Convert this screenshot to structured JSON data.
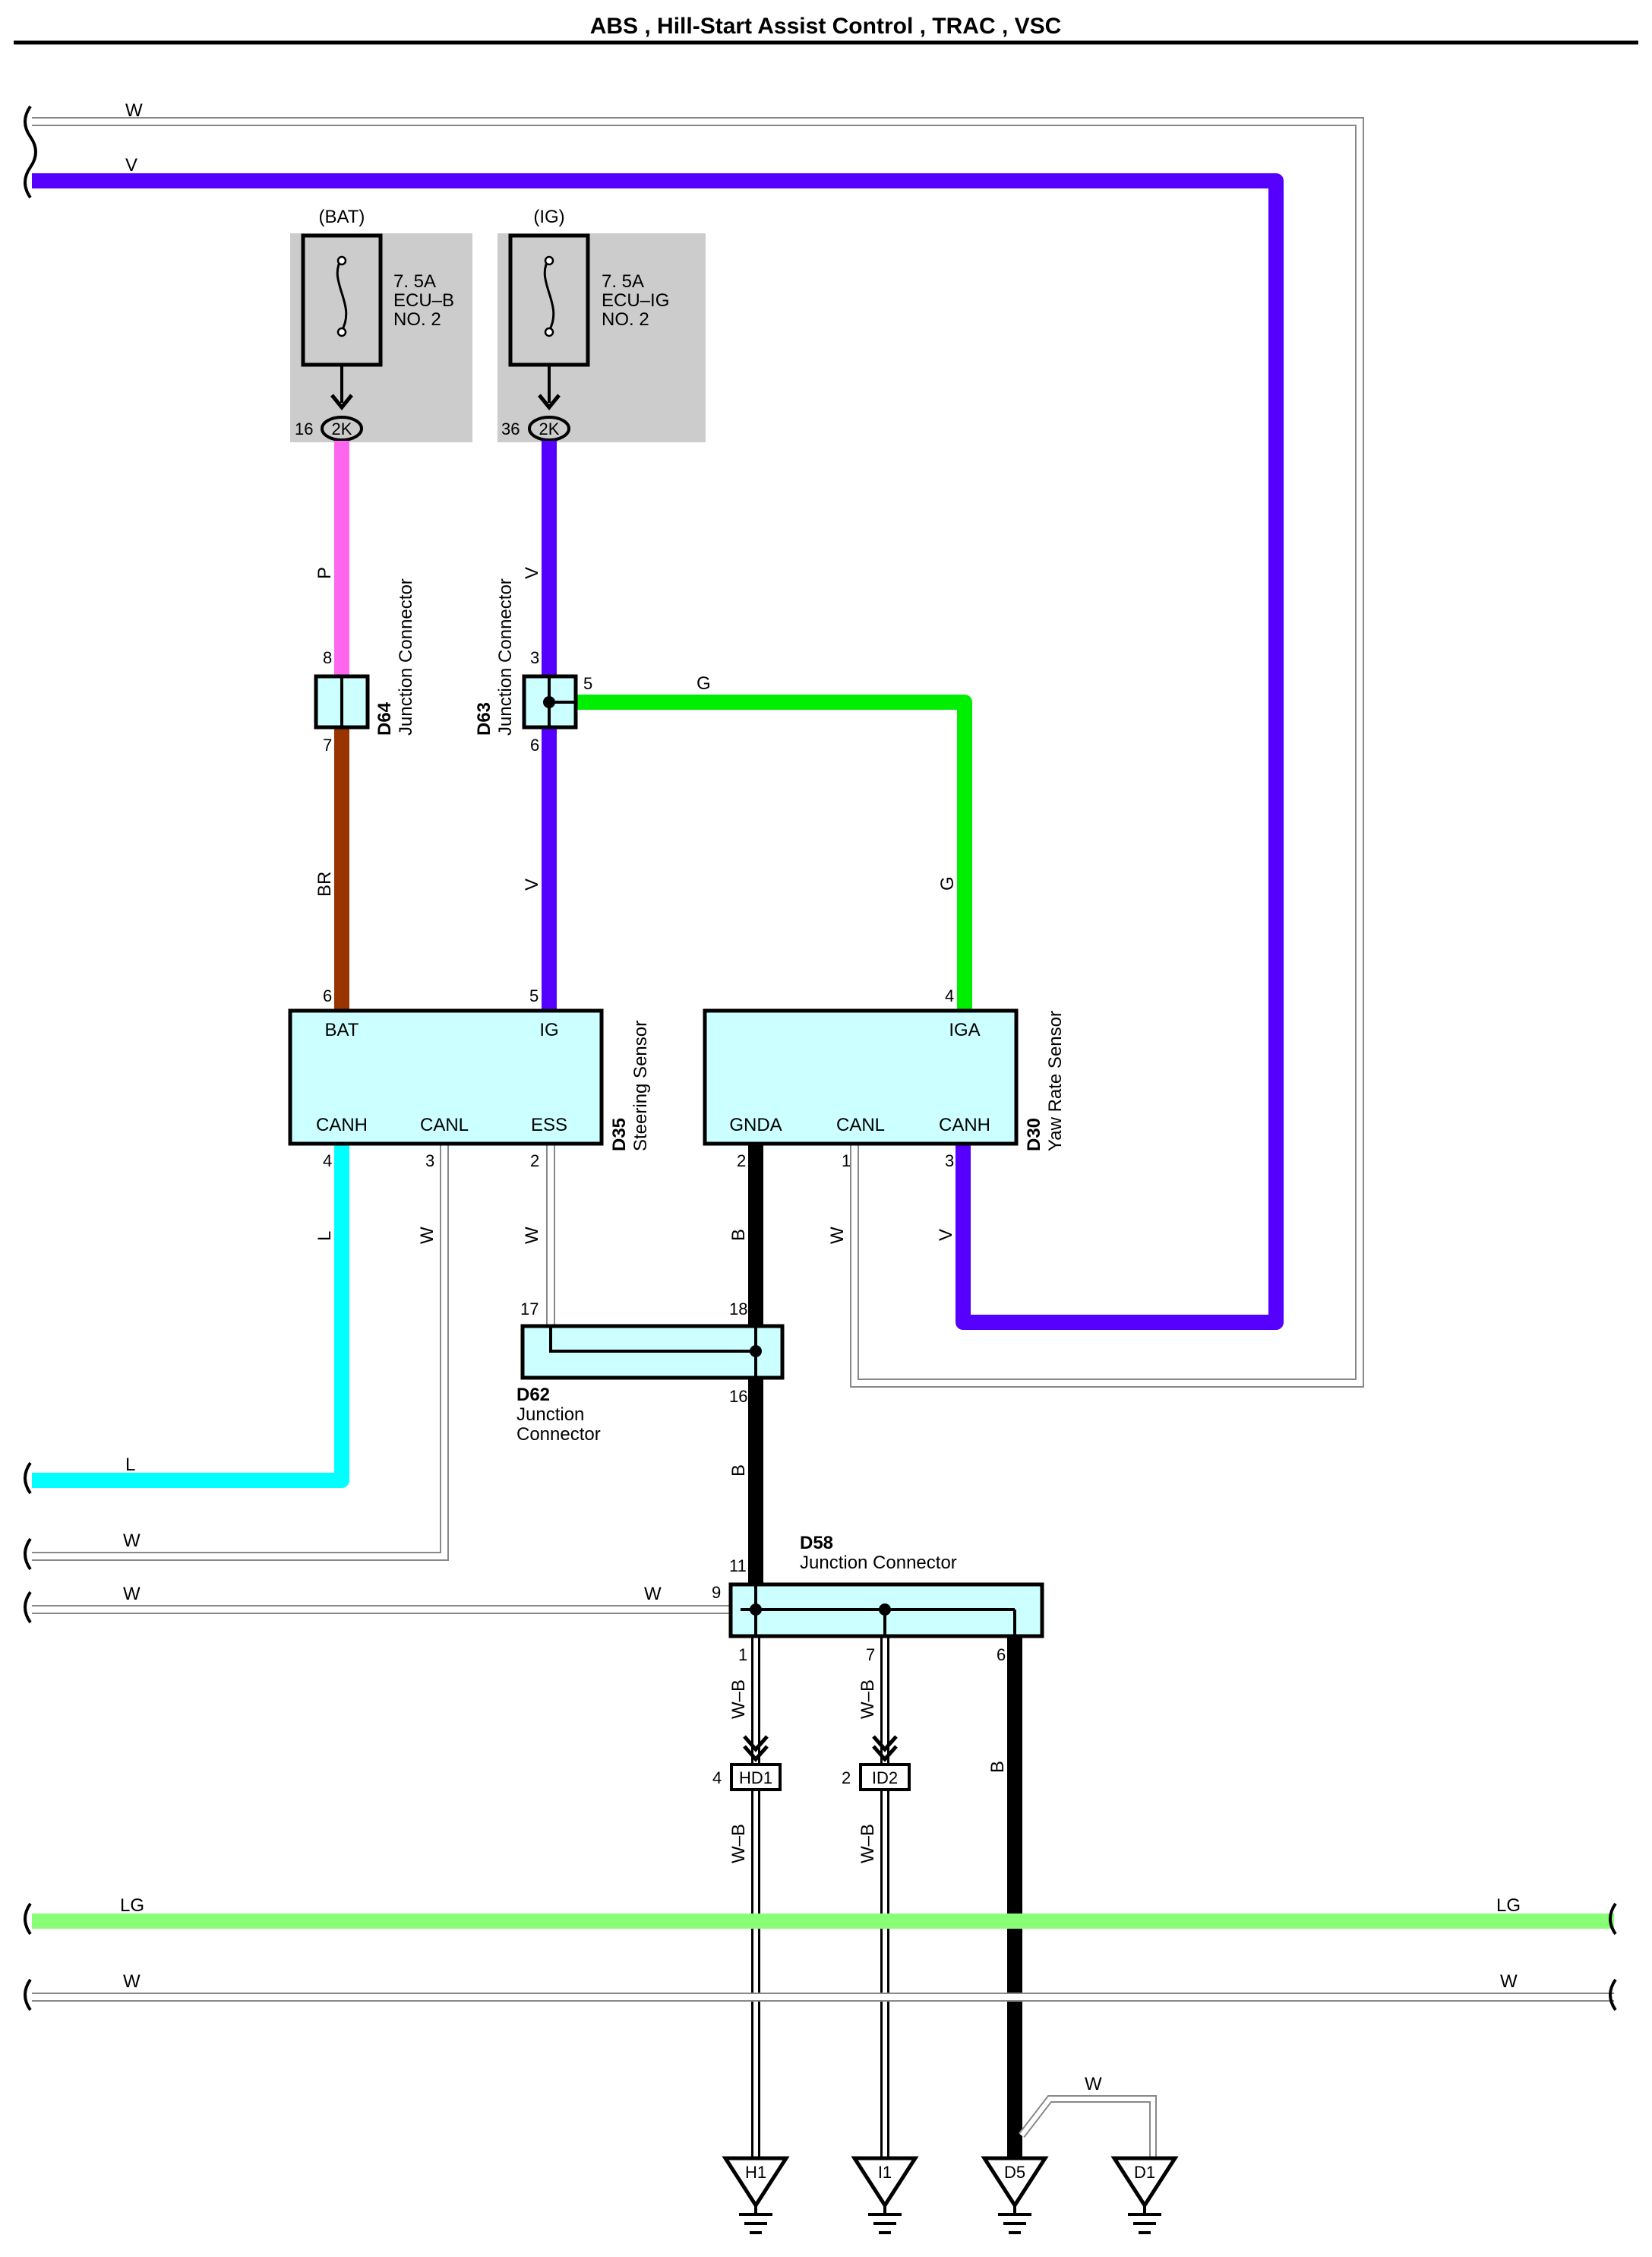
{
  "title": "ABS , Hill-Start Assist Control , TRAC , VSC",
  "colors": {
    "violet": "#5500ff",
    "pink": "#ff66ee",
    "brown": "#993300",
    "green": "#00ee00",
    "cyan": "#00ffff",
    "light_green": "#88ff77",
    "black": "#000000",
    "white_wire_outline": "#888888",
    "fuse_box_bg": "#cccccc",
    "component_bg": "#ccffff"
  },
  "wire_labels": {
    "w_top": "W",
    "v_top": "V",
    "p": "P",
    "v1": "V",
    "br": "BR",
    "v2": "V",
    "g1": "G",
    "g2": "G",
    "l1": "L",
    "w1": "W",
    "w2": "W",
    "b1": "B",
    "w3": "W",
    "v3": "V",
    "b2": "B",
    "l2": "L",
    "w4": "W",
    "w5": "W",
    "w6": "W",
    "wb1": "W–B",
    "wb2": "W–B",
    "b3": "B",
    "wb3": "W–B",
    "wb4": "W–B",
    "lg_left": "LG",
    "lg_right": "LG",
    "w7": "W",
    "w8": "W",
    "w9": "W"
  },
  "fuses": [
    {
      "supply": "(BAT)",
      "rating": "7. 5A",
      "name1": "ECU–B",
      "name2": "NO. 2",
      "pin": "16",
      "connector": "2K"
    },
    {
      "supply": "(IG)",
      "rating": "7. 5A",
      "name1": "ECU–IG",
      "name2": "NO. 2",
      "pin": "36",
      "connector": "2K"
    }
  ],
  "junctions": {
    "d64": {
      "code": "D64",
      "name": "Junction Connector",
      "pin_in": "8",
      "pin_out": "7"
    },
    "d63": {
      "code": "D63",
      "name": "Junction Connector",
      "pin_in": "3",
      "pin_out": "6",
      "pin_side": "5"
    },
    "d62": {
      "code": "D62",
      "name1": "Junction",
      "name2": "Connector",
      "pin_a": "17",
      "pin_b": "18",
      "pin_c": "16"
    },
    "d58": {
      "code": "D58",
      "name": "Junction Connector",
      "pin_top": "11",
      "pin_left": "9",
      "pin_1": "1",
      "pin_7": "7",
      "pin_6": "6"
    }
  },
  "steering_sensor": {
    "code": "D35",
    "name": "Steering Sensor",
    "term_bat": "BAT",
    "term_ig": "IG",
    "term_canh": "CANH",
    "term_canl": "CANL",
    "term_ess": "ESS",
    "pin_bat": "6",
    "pin_ig": "5",
    "pin_canh": "4",
    "pin_canl": "3",
    "pin_ess": "2"
  },
  "yaw_rate_sensor": {
    "code": "D30",
    "name": "Yaw Rate Sensor",
    "term_iga": "IGA",
    "term_gnda": "GNDA",
    "term_canl": "CANL",
    "term_canh": "CANH",
    "pin_iga": "4",
    "pin_gnda": "2",
    "pin_canl": "1",
    "pin_canh": "3"
  },
  "inline_connectors": [
    {
      "name": "HD1",
      "pin": "4"
    },
    {
      "name": "ID2",
      "pin": "2"
    }
  ],
  "grounds": [
    "H1",
    "I1",
    "D5",
    "D1"
  ]
}
